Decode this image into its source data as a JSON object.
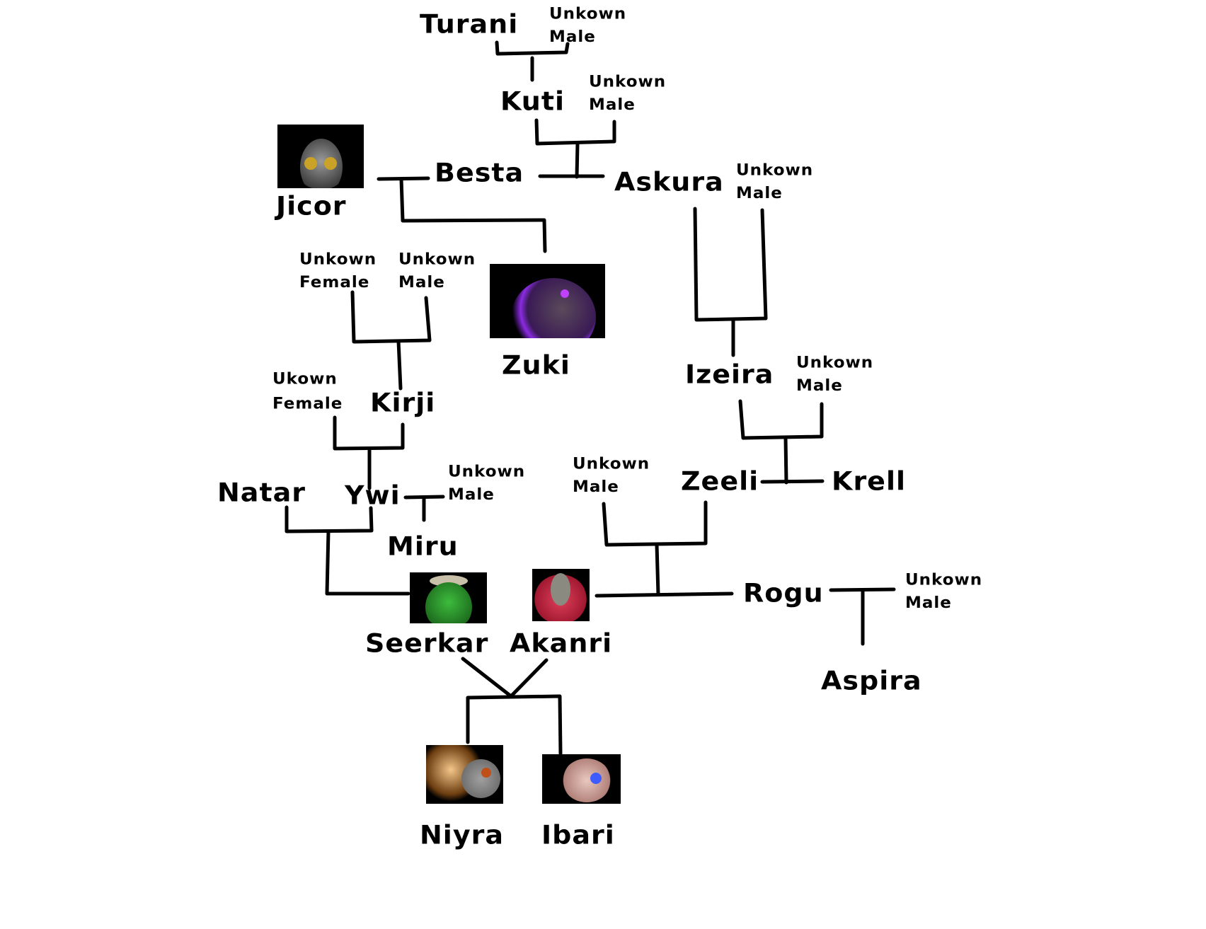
{
  "title": "Family tree",
  "people": {
    "turani": "Turani",
    "kuti": "Kuti",
    "besta": "Besta",
    "askura": "Askura",
    "jicor": "Jicor",
    "zuki": "Zuki",
    "izeira": "Izeira",
    "kirji": "Kirji",
    "natar": "Natar",
    "ywi": "Ywi",
    "miru": "Miru",
    "zeeli": "Zeeli",
    "krell": "Krell",
    "rogu": "Rogu",
    "aspira": "Aspira",
    "seerkar": "Seerkar",
    "akanri": "Akanri",
    "niyra": "Niyra",
    "ibari": "Ibari"
  },
  "unknowns": {
    "turani_mate": [
      "Unkown",
      "Male"
    ],
    "kuti_mate": [
      "Unkown",
      "Male"
    ],
    "askura_mate": [
      "Unkown",
      "Male"
    ],
    "kirji_mother": [
      "Unkown",
      "Female"
    ],
    "kirji_father": [
      "Unkown",
      "Male"
    ],
    "kirji_mate": [
      "Ukown",
      "Female"
    ],
    "ywi_mate": [
      "Unkown",
      "Male"
    ],
    "izeira_mate": [
      "Unkown",
      "Male"
    ],
    "zeeli_mate": [
      "Unkown",
      "Male"
    ],
    "rogu_mate": [
      "Unkown",
      "Male"
    ]
  },
  "portraits": {
    "jicor": {
      "desc": "grey armored creature with gold eyes",
      "accent": "#c9a227"
    },
    "zuki": {
      "desc": "dark creature with purple tendrils",
      "accent": "#8a2be2"
    },
    "seerkar": {
      "desc": "green creature with hat",
      "accent": "#2e9b2e"
    },
    "akanri": {
      "desc": "red-tendriled creature with grey head",
      "accent": "#c8203a"
    },
    "niyra": {
      "desc": "grey reptile with orange eye",
      "accent": "#d9a066"
    },
    "ibari": {
      "desc": "pink cat creature with blue eye",
      "accent": "#3d5bff"
    }
  }
}
